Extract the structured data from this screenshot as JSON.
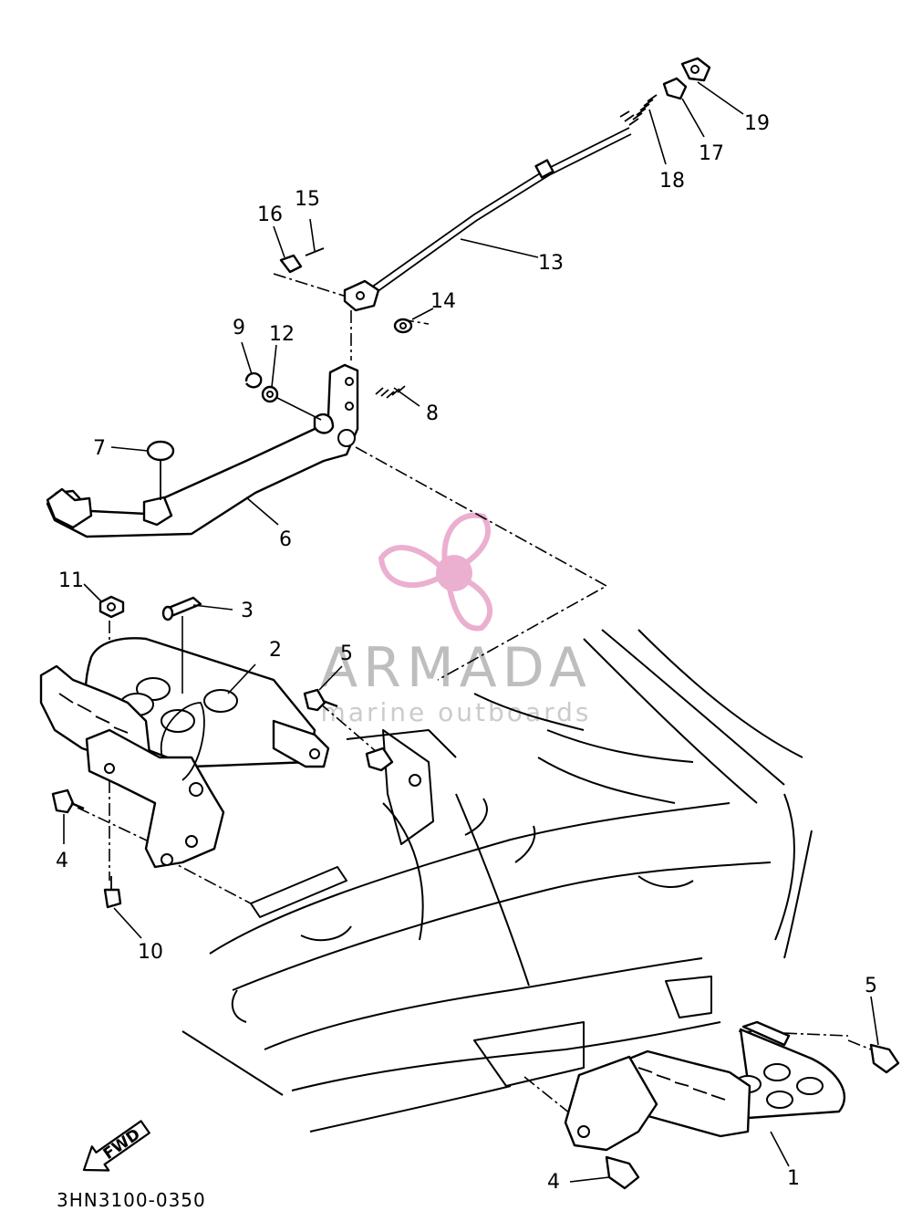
{
  "callouts": [
    {
      "id": "1",
      "label": "1"
    },
    {
      "id": "2",
      "label": "2"
    },
    {
      "id": "3",
      "label": "3"
    },
    {
      "id": "4a",
      "label": "4"
    },
    {
      "id": "4b",
      "label": "4"
    },
    {
      "id": "5a",
      "label": "5"
    },
    {
      "id": "5b",
      "label": "5"
    },
    {
      "id": "6",
      "label": "6"
    },
    {
      "id": "7",
      "label": "7"
    },
    {
      "id": "8",
      "label": "8"
    },
    {
      "id": "9",
      "label": "9"
    },
    {
      "id": "10",
      "label": "10"
    },
    {
      "id": "11",
      "label": "11"
    },
    {
      "id": "12",
      "label": "12"
    },
    {
      "id": "13",
      "label": "13"
    },
    {
      "id": "14",
      "label": "14"
    },
    {
      "id": "15",
      "label": "15"
    },
    {
      "id": "16",
      "label": "16"
    },
    {
      "id": "17",
      "label": "17"
    },
    {
      "id": "18",
      "label": "18"
    },
    {
      "id": "19",
      "label": "19"
    }
  ],
  "diagram_code": "3HN3100-0350",
  "fwd_label": "FWD",
  "watermark": {
    "title": "ARMADA",
    "subtitle": "marine outboards",
    "logo_color": "#e9a7cc"
  }
}
